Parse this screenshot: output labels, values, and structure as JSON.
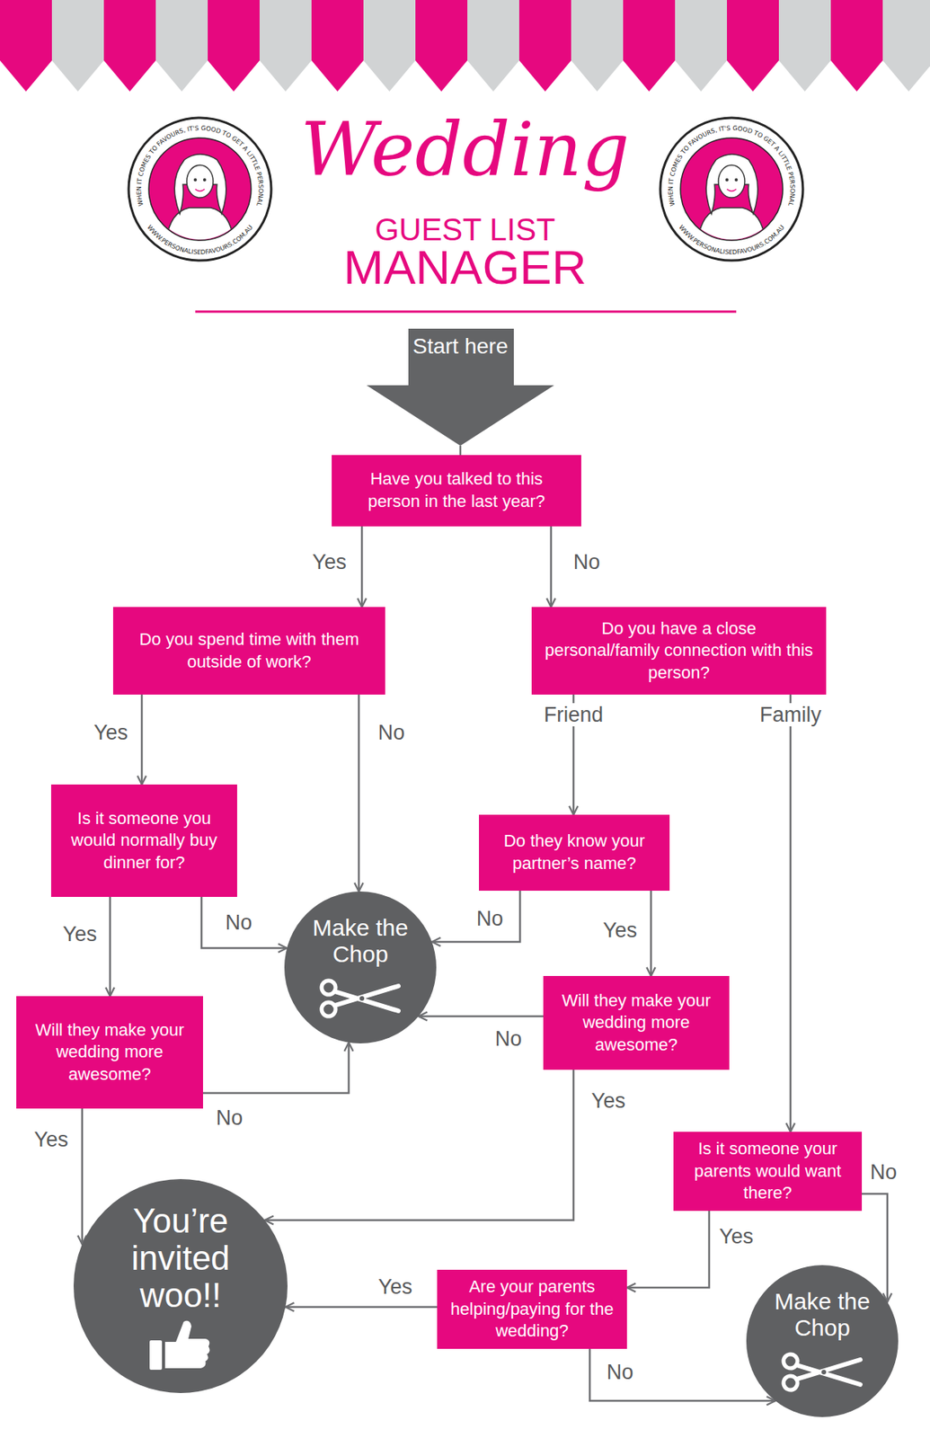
{
  "diagram": {
    "title": "Wedding",
    "nodes": [
      {
        "text": [
          "Start here"
        ]
      },
      {
        "text": [
          "Have you talked to this person in the last year?"
        ]
      },
      {
        "text": [
          "Do you spend time with them outside of work?"
        ]
      },
      {
        "text": [
          "Do you have a close personal/family connection with this person?"
        ]
      },
      {
        "text": [
          "Is it someone you would normally buy dinner for?"
        ]
      },
      {
        "text": [
          "Do they know your partner’s name?"
        ]
      },
      {
        "text": [
          "Make the Chop"
        ]
      },
      {
        "text": [
          "Will they make your wedding more awesome?"
        ]
      },
      {
        "text": [
          "Will they make your wedding more awesome?"
        ]
      },
      {
        "text": [
          "Is it someone your parents would want there?"
        ]
      },
      {
        "text": [
          "You’re invited woo!!"
        ]
      },
      {
        "text": [
          "Are your parents helping/paying for the wedding?"
        ]
      },
      {
        "text": [
          "Make the Chop"
        ]
      }
    ],
    "edges": [
      {
        "from": 0,
        "to": 1,
        "arrow": "none"
      },
      {
        "from": 1,
        "to": 2,
        "label": "Yes",
        "arrow": "to"
      },
      {
        "from": 1,
        "to": 3,
        "label": "No",
        "arrow": "to"
      },
      {
        "from": 2,
        "to": 4,
        "label": "Yes",
        "arrow": "to"
      },
      {
        "from": 2,
        "to": 6,
        "label": "No",
        "arrow": "to"
      },
      {
        "from": 3,
        "to": 5,
        "label": "Friend",
        "arrow": "to"
      },
      {
        "from": 3,
        "to": 9,
        "label": "Family",
        "arrow": "to"
      },
      {
        "from": 4,
        "to": 7,
        "label": "Yes",
        "arrow": "to"
      },
      {
        "from": 4,
        "to": 6,
        "label": "No",
        "arrow": "to"
      },
      {
        "from": 5,
        "to": 6,
        "label": "No",
        "arrow": "to"
      },
      {
        "from": 5,
        "to": 8,
        "label": "Yes",
        "arrow": "to"
      },
      {
        "from": 8,
        "to": 6,
        "label": "No",
        "arrow": "to"
      },
      {
        "from": 8,
        "to": 10,
        "label": "Yes",
        "arrow": "to"
      },
      {
        "from": 7,
        "to": 10,
        "label": "Yes",
        "arrow": "to"
      },
      {
        "from": 7,
        "to": 6,
        "label": "No",
        "arrow": "to"
      },
      {
        "from": 9,
        "to": 11,
        "label": "Yes",
        "arrow": "to"
      },
      {
        "from": 9,
        "to": 12,
        "label": "No",
        "arrow": "to"
      },
      {
        "from": 11,
        "to": 10,
        "label": "Yes",
        "arrow": "to"
      },
      {
        "from": 11,
        "to": 12,
        "label": "No",
        "arrow": "to"
      }
    ],
    "labels": [
      "GUEST LIST",
      "MANAGER",
      "WHEN IT COMES TO FAVOURS, IT'S GOOD TO GET A LITTLE PERSONAL",
      "WWW.PERSONALISEDFAVOURS.COM.AU",
      "WHEN IT COMES TO FAVOURS, IT'S GOOD TO GET A LITTLE PERSONAL",
      "WWW.PERSONALISEDFAVOURS.COM.AU"
    ]
  }
}
